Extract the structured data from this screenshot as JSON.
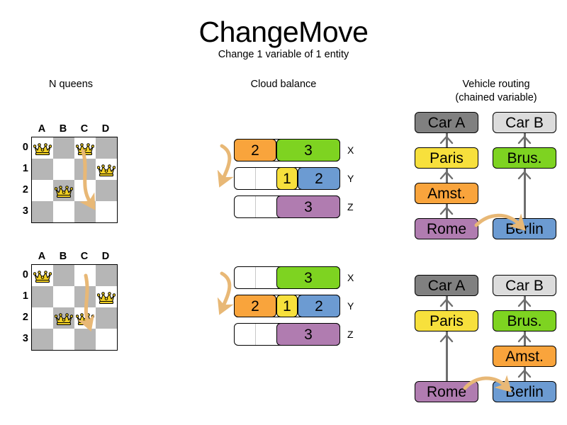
{
  "page": {
    "title": "ChangeMove",
    "subtitle": "Change 1 variable of 1 entity",
    "background": "#ffffff"
  },
  "colors": {
    "orange": "#f9a43c",
    "green": "#7ed321",
    "yellow": "#f7e03c",
    "blue": "#6c9bd2",
    "purple": "#b07cb0",
    "dark_gray": "#808080",
    "light_gray": "#dcdcdc",
    "board_dark": "#b6b6b6",
    "board_light": "#ffffff",
    "arrow": "#e8b876",
    "link": "#6e6e6e",
    "queen_gold": "#f2d024"
  },
  "sections": [
    {
      "id": "nqueens",
      "header": "N queens"
    },
    {
      "id": "cloud",
      "header": "Cloud balance"
    },
    {
      "id": "vrp",
      "header": "Vehicle routing\n(chained variable)",
      "header_line1": "Vehicle routing",
      "header_line2": "(chained variable)"
    }
  ],
  "nqueens": {
    "column_labels": [
      "A",
      "B",
      "C",
      "D"
    ],
    "row_labels": [
      "0",
      "1",
      "2",
      "3"
    ],
    "before": {
      "queens": [
        {
          "col": 0,
          "row": 0,
          "label": "A0"
        },
        {
          "col": 2,
          "row": 0,
          "label": "C0"
        },
        {
          "col": 3,
          "row": 1,
          "label": "D1"
        },
        {
          "col": 1,
          "row": 2,
          "label": "B2"
        }
      ],
      "move_arrow": {
        "from": "C0",
        "to": "C2"
      }
    },
    "after": {
      "queens": [
        {
          "col": 0,
          "row": 0,
          "label": "A0"
        },
        {
          "col": 3,
          "row": 1,
          "label": "D1"
        },
        {
          "col": 1,
          "row": 2,
          "label": "B2"
        },
        {
          "col": 2,
          "row": 2,
          "label": "C2"
        }
      ],
      "move_arrow": {
        "from": "C0",
        "to": "C2"
      }
    }
  },
  "cloud_balance": {
    "capacity_units": 5,
    "before": {
      "rows": [
        {
          "label": "X",
          "free_units": 0,
          "processes": [
            {
              "value": "2",
              "units": 2,
              "color": "#f9a43c"
            },
            {
              "value": "3",
              "units": 3,
              "color": "#7ed321"
            }
          ]
        },
        {
          "label": "Y",
          "free_units": 0,
          "processes": [
            {
              "value": "1",
              "units": 1,
              "color": "#f7e03c"
            },
            {
              "value": "2",
              "units": 2,
              "color": "#6c9bd2"
            }
          ]
        },
        {
          "label": "Z",
          "free_units": 0,
          "processes": [
            {
              "value": "3",
              "units": 3,
              "color": "#b07cb0"
            }
          ]
        }
      ],
      "move_arrow": {
        "from": "X",
        "to": "Y",
        "process": "2"
      }
    },
    "after": {
      "rows": [
        {
          "label": "X",
          "free_units": 0,
          "processes": [
            {
              "value": "3",
              "units": 3,
              "color": "#7ed321"
            }
          ]
        },
        {
          "label": "Y",
          "free_units": 0,
          "processes": [
            {
              "value": "2",
              "units": 2,
              "color": "#f9a43c"
            },
            {
              "value": "1",
              "units": 1,
              "color": "#f7e03c"
            },
            {
              "value": "2",
              "units": 2,
              "color": "#6c9bd2"
            }
          ]
        },
        {
          "label": "Z",
          "free_units": 0,
          "processes": [
            {
              "value": "3",
              "units": 3,
              "color": "#b07cb0"
            }
          ]
        }
      ],
      "move_arrow": {
        "from": "X",
        "to": "Y",
        "process": "2"
      }
    }
  },
  "vehicle_routing": {
    "before": {
      "chains": [
        {
          "vehicle": "Car A",
          "vehicle_color": "#808080",
          "stops": [
            {
              "label": "Paris",
              "color": "#f7e03c"
            },
            {
              "label": "Amst.",
              "color": "#f9a43c"
            },
            {
              "label": "Rome",
              "color": "#b07cb0"
            }
          ]
        },
        {
          "vehicle": "Car B",
          "vehicle_color": "#dcdcdc",
          "stops": [
            {
              "label": "Brus.",
              "color": "#7ed321"
            },
            {
              "label": "Berlin",
              "color": "#6c9bd2"
            }
          ]
        }
      ],
      "move_arrow": {
        "entity": "Amst.",
        "direction": "right"
      }
    },
    "after": {
      "chains": [
        {
          "vehicle": "Car A",
          "vehicle_color": "#808080",
          "stops": [
            {
              "label": "Paris",
              "color": "#f7e03c"
            },
            {
              "label": "Rome",
              "color": "#b07cb0"
            }
          ]
        },
        {
          "vehicle": "Car B",
          "vehicle_color": "#dcdcdc",
          "stops": [
            {
              "label": "Brus.",
              "color": "#7ed321"
            },
            {
              "label": "Amst.",
              "color": "#f9a43c"
            },
            {
              "label": "Berlin",
              "color": "#6c9bd2"
            }
          ]
        }
      ],
      "move_arrow": {
        "entity": "Amst.",
        "direction": "right"
      }
    }
  }
}
